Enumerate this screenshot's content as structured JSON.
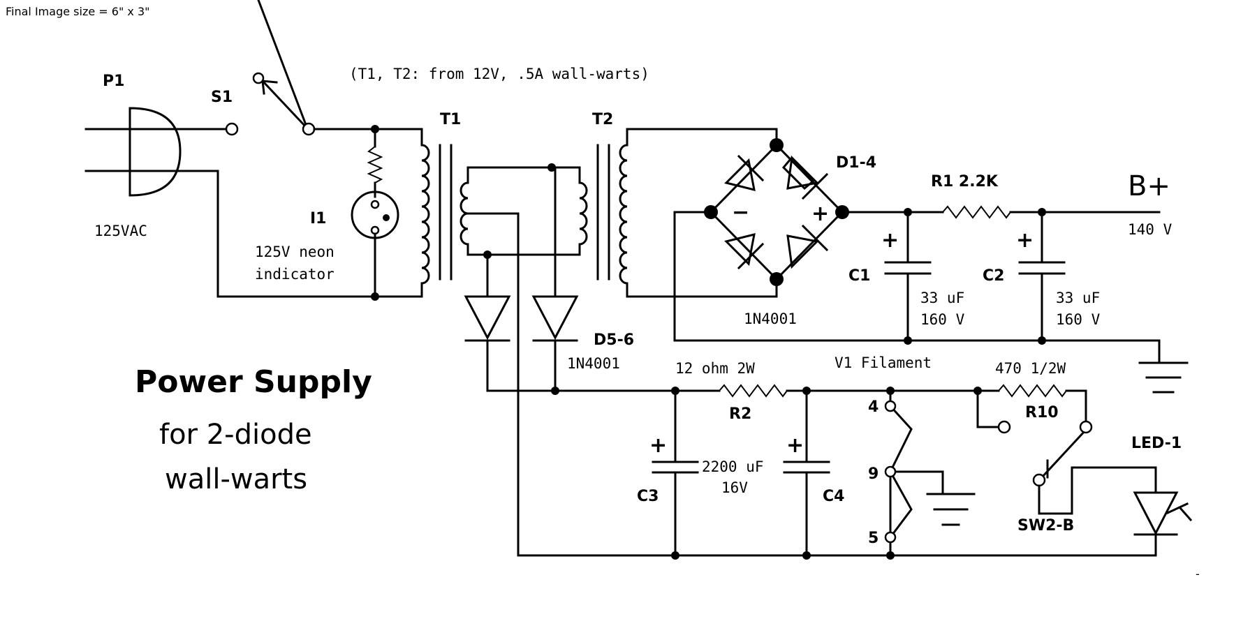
{
  "header_note": "Final Image size = 6\" x 3\"",
  "transformer_note": "(T1, T2: from 12V, .5A wall-warts)",
  "title": {
    "line1": "Power Supply",
    "line2": "for 2-diode",
    "line3": "wall-warts"
  },
  "components": {
    "p1": "P1",
    "s1": "S1",
    "ac": "125VAC",
    "t1": "T1",
    "t2": "T2",
    "i1": "I1",
    "neon1": "125V neon",
    "neon2": "indicator",
    "d14": "D1-4",
    "bridge_type": "1N4001",
    "r1": "R1  2.2K",
    "bplus": "B+",
    "bplus_v": "140 V",
    "c1": "C1",
    "c2": "C2",
    "cap_v1": "33 uF",
    "cap_v2": "160 V",
    "d56": "D5-6",
    "d56_type": "1N4001",
    "r2_val": "12 ohm 2W",
    "r2": "R2",
    "c3": "C3",
    "c4": "C4",
    "c34_v1": "2200 uF",
    "c34_v2": "16V",
    "filament": "V1 Filament",
    "pin4": "4",
    "pin9": "9",
    "pin5": "5",
    "r10_val": "470 1/2W",
    "r10": "R10",
    "led": "LED-1",
    "sw2": "SW2-B",
    "plus": "+",
    "minus": "−",
    "dash": "-"
  }
}
